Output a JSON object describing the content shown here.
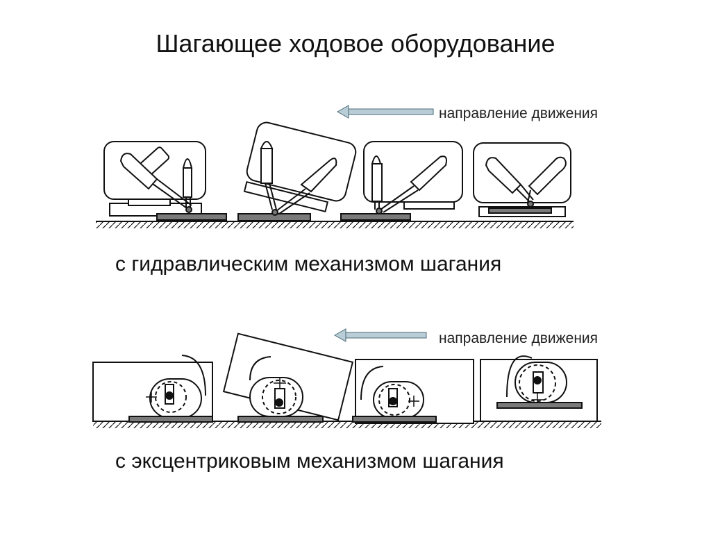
{
  "title": "Шагающее ходовое оборудование",
  "hydraulic_section": {
    "direction_label": "направление движения",
    "caption": "с гидравлическим механизмом шагания"
  },
  "eccentric_section": {
    "direction_label": "направление движения",
    "caption": "с эксцентриковым механизмом шагания"
  },
  "colors": {
    "line": "#111111",
    "shoe_fill": "#7a7a7a",
    "arrow_fill": "#b9cdd6",
    "arrow_stroke": "#4a6a78"
  }
}
